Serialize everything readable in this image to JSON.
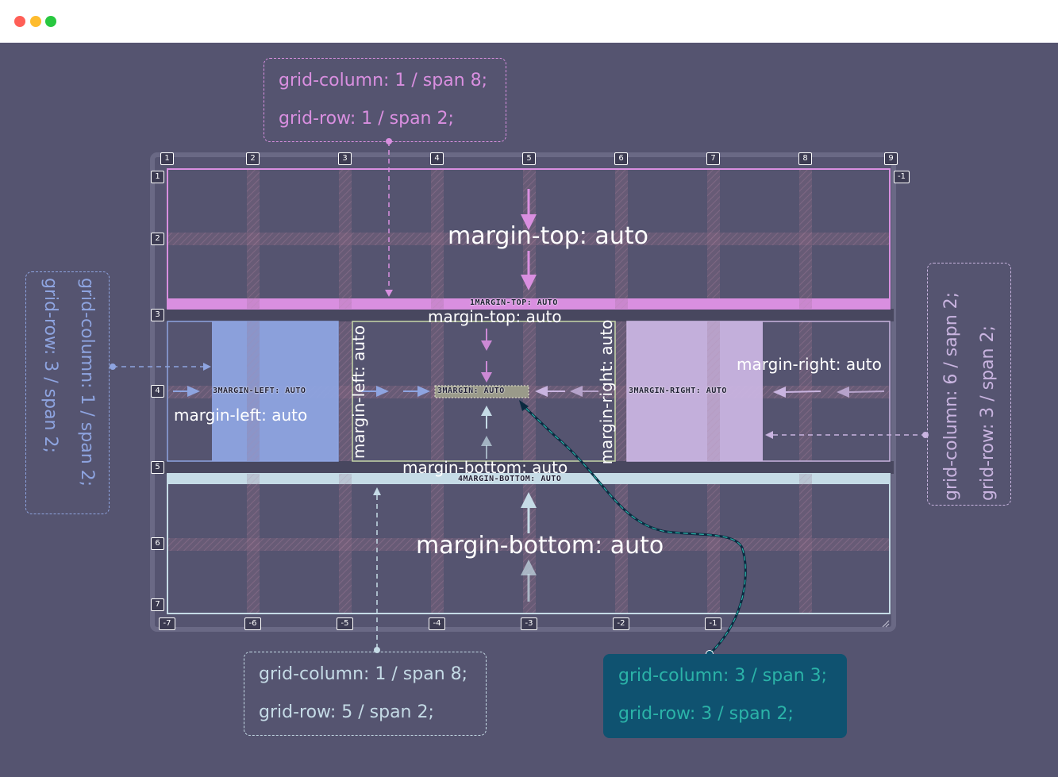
{
  "window": {
    "controls": [
      {
        "name": "close",
        "color": "#ff5f57"
      },
      {
        "name": "minimize",
        "color": "#febc2e"
      },
      {
        "name": "maximize",
        "color": "#28c840"
      }
    ]
  },
  "colors": {
    "background": "#555470",
    "pink": "#d98fe0",
    "blue": "#8ea4e0",
    "lavender": "#c9b4e0",
    "lightblue": "#c5dbe6",
    "teal": "#2bb3a8",
    "tealbox": "#0f5270"
  },
  "grid": {
    "col_lines_top": [
      "1",
      "2",
      "3",
      "4",
      "5",
      "6",
      "7",
      "8",
      "9"
    ],
    "col_lines_bottom": [
      "-7",
      "-6",
      "-5",
      "-4",
      "-3",
      "-2",
      "-1"
    ],
    "row_lines_left": [
      "1",
      "2",
      "3",
      "4",
      "5",
      "6",
      "7"
    ],
    "row_line_right_top": "-1"
  },
  "callouts": {
    "top": {
      "line1": "grid-column: 1 / span 8;",
      "line2": "grid-row: 1 / span 2;"
    },
    "left": {
      "line1": "grid-column: 1 / span 2;",
      "line2": "grid-row: 3 / span 2;"
    },
    "right": {
      "line1": "grid-column: 6 / sapn 2;",
      "line2": "grid-row: 3 / span 2;"
    },
    "bottom": {
      "line1": "grid-column: 1 / span 8;",
      "line2": "grid-row: 5 / span 2;"
    },
    "center": {
      "line1": "grid-column: 3 / span 3;",
      "line2": "grid-row: 3 / span 2;"
    }
  },
  "labels": {
    "margin_top_big": "margin-top: auto",
    "margin_top_tag": "1MARGIN-TOP: AUTO",
    "margin_top_small": "margin-top: auto",
    "margin_left_tag": "3MARGIN-LEFT: AUTO",
    "margin_left": "margin-left: auto",
    "margin_left_vertical": "margin-left: auto",
    "margin_center_tag": "3MARGIN: AUTO",
    "margin_right_vertical": "margin-right: auto",
    "margin_right_tag": "3MARGIN-RIGHT: AUTO",
    "margin_right": "margin-right: auto",
    "margin_bottom_small": "margin-bottom: auto",
    "margin_bottom_tag": "4MARGIN-BOTTOM: AUTO",
    "margin_bottom_big": "margin-bottom: auto"
  }
}
